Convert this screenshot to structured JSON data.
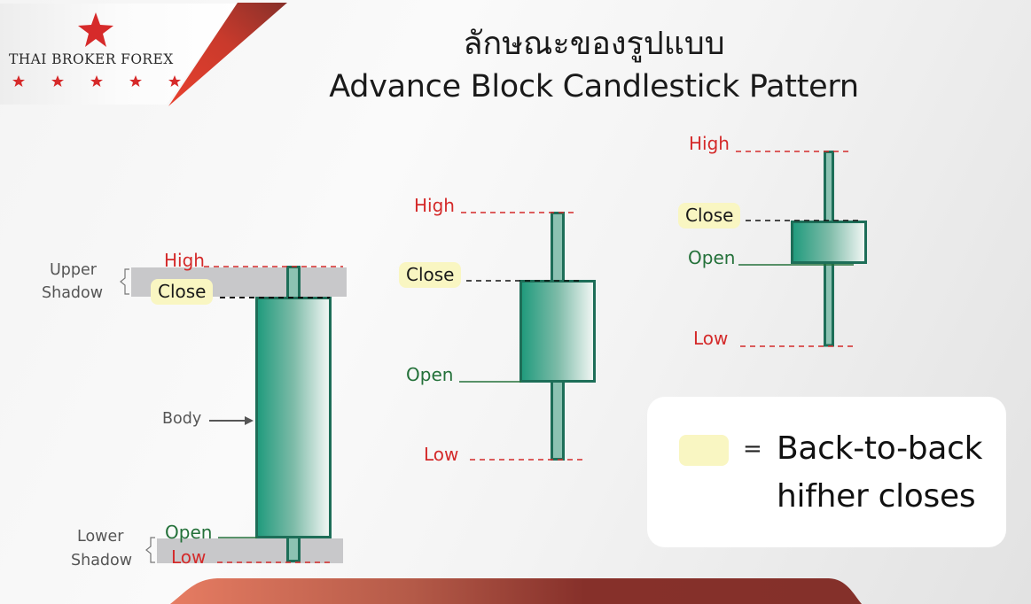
{
  "logo": {
    "brand_name": "THAI BROKER FOREX",
    "icon": "star-icon",
    "small_star_count": 5,
    "colors": {
      "star": "#d62a2a",
      "ribbon_dark": "#8a2e24",
      "ribbon_light": "#e83a2a"
    }
  },
  "title": {
    "thai": "ลักษณะของรูปแบบ",
    "english": "Advance Block Candlestick Pattern"
  },
  "colors": {
    "high_low_label": "#d42a2a",
    "open_label": "#24713a",
    "close_highlight": "#f9f6c2",
    "candle_border": "#1d6e58",
    "candle_fill_dark": "#1e9a7c",
    "candle_fill_light": "#f2f7f5",
    "shadow_band": "#c8c8ca",
    "footer_band_light": "#e47a60",
    "footer_band_dark": "#84302a"
  },
  "annotations": {
    "upper_shadow": "Upper Shadow",
    "upper_shadow_line1": "Upper",
    "upper_shadow_line2": "Shadow",
    "lower_shadow_line1": "Lower",
    "lower_shadow_line2": "Shadow",
    "body": "Body"
  },
  "candles": [
    {
      "name": "candle-1",
      "labels": {
        "high": "High",
        "close": "Close",
        "open": "Open",
        "low": "Low"
      },
      "close_highlighted": true
    },
    {
      "name": "candle-2",
      "labels": {
        "high": "High",
        "close": "Close",
        "open": "Open",
        "low": "Low"
      },
      "close_highlighted": true
    },
    {
      "name": "candle-3",
      "labels": {
        "high": "High",
        "close": "Close",
        "open": "Open",
        "low": "Low"
      },
      "close_highlighted": true
    }
  ],
  "legend": {
    "equals": "=",
    "line1": "Back-to-back",
    "line2": "hifher closes"
  }
}
